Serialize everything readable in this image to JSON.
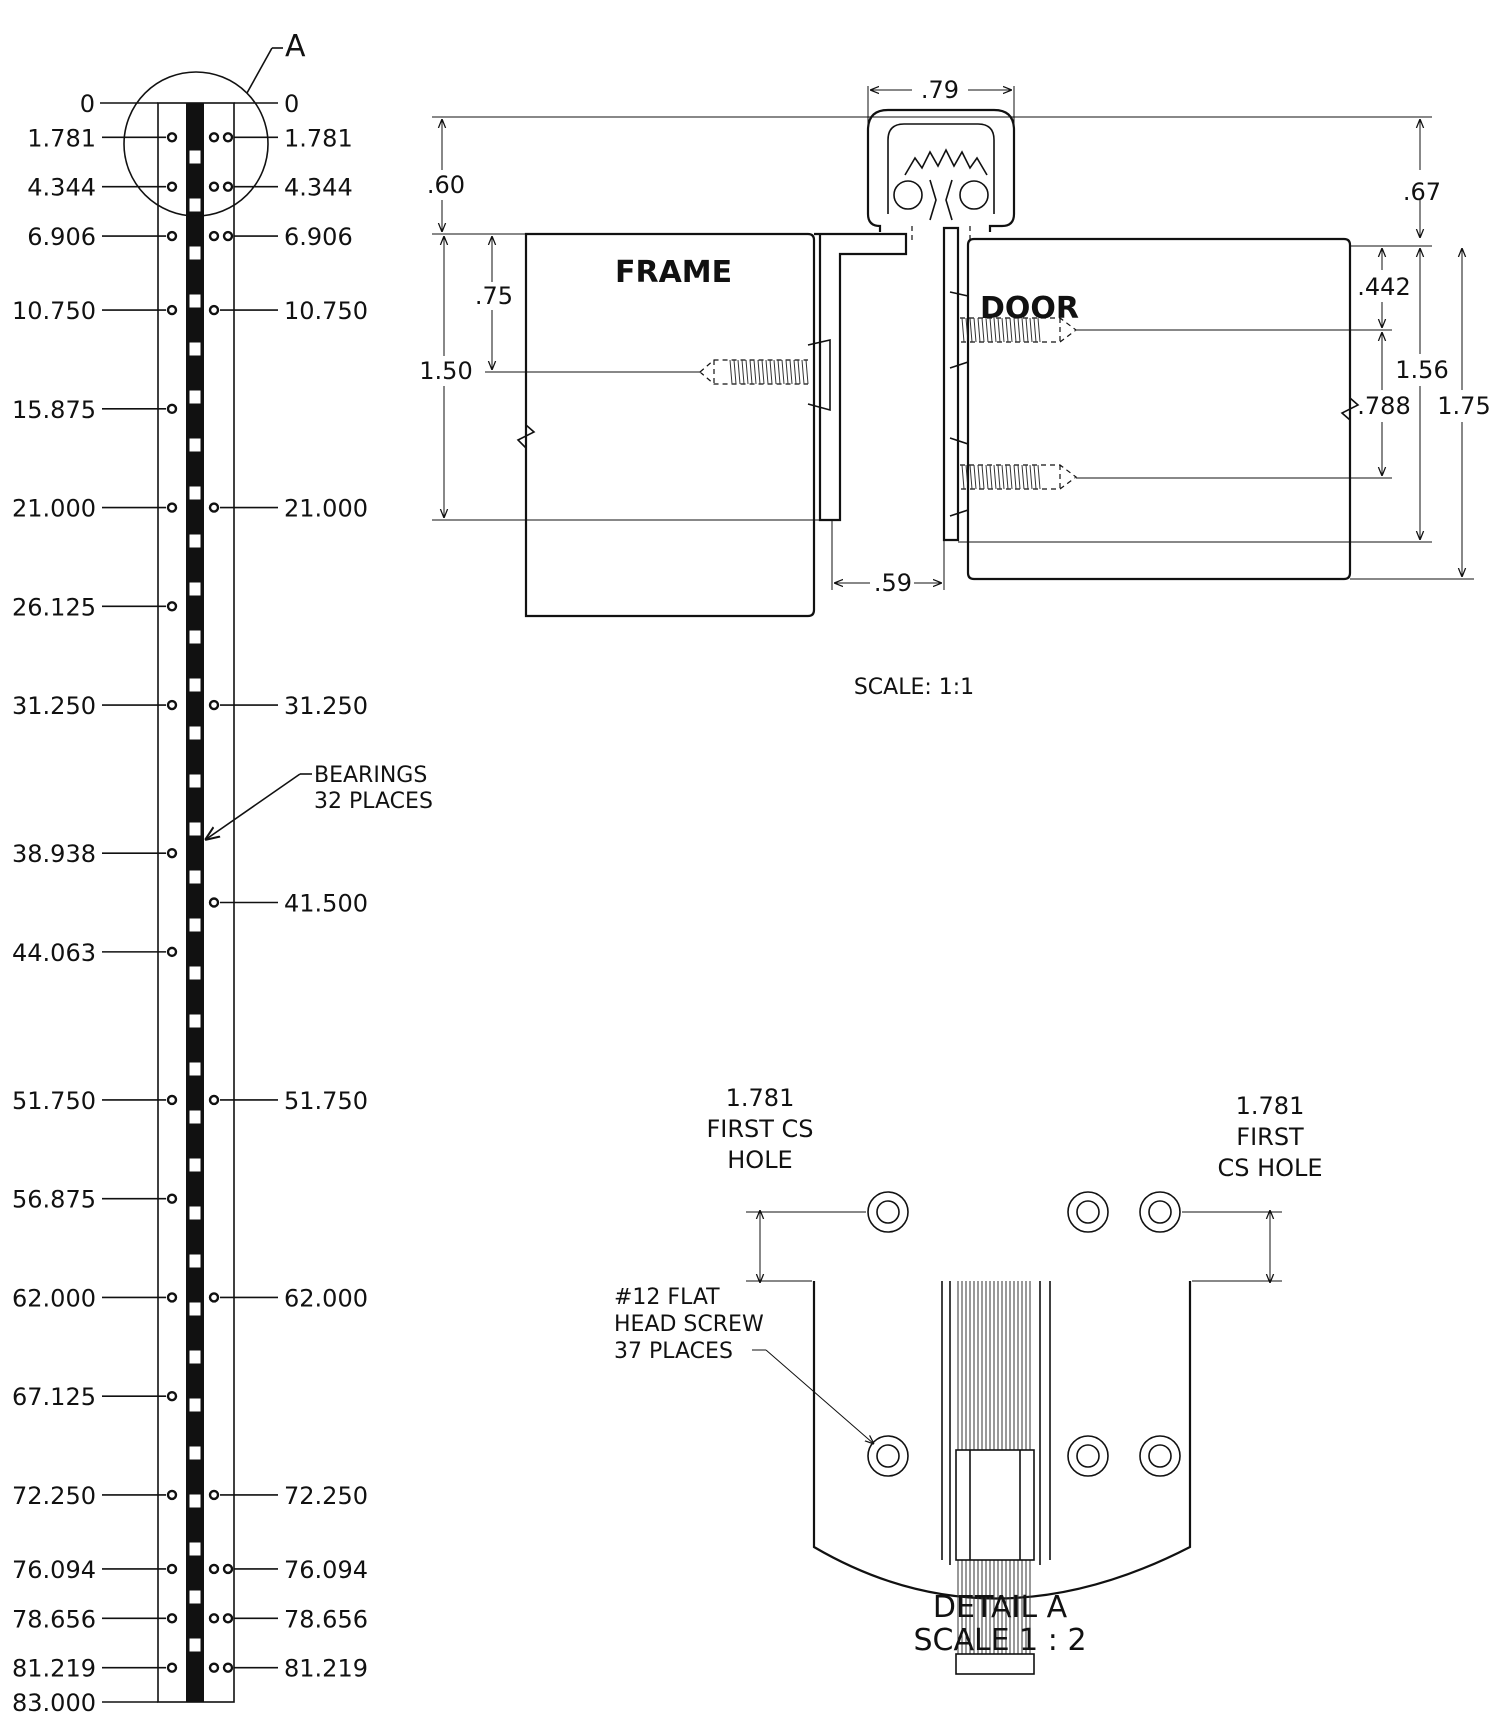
{
  "elevation": {
    "zero_left": "0",
    "zero_right": "0",
    "left_positions": [
      "1.781",
      "4.344",
      "6.906",
      "10.750",
      "15.875",
      "21.000",
      "26.125",
      "31.250",
      "38.938",
      "44.063",
      "51.750",
      "56.875",
      "62.000",
      "67.125",
      "72.250",
      "76.094",
      "78.656",
      "81.219",
      "83.000"
    ],
    "right_positions": [
      "1.781",
      "4.344",
      "6.906",
      "10.750",
      "21.000",
      "31.250",
      "41.500",
      "51.750",
      "62.000",
      "72.250",
      "76.094",
      "78.656",
      "81.219"
    ],
    "detail_marker": "A",
    "bearings_note_line1": "BEARINGS",
    "bearings_note_line2": "32 PLACES"
  },
  "section": {
    "frame_label": "FRAME",
    "door_label": "DOOR",
    "dim_width_top": ".79",
    "dim_left_height": ".60",
    "dim_right_height": ".67",
    "dim_frame_screw": ".75",
    "dim_frame_total": "1.50",
    "dim_gap": ".59",
    "dim_door_screw_top": ".442",
    "dim_door_screw_spacing": ".788",
    "dim_door_total_inner": "1.56",
    "dim_door_total_outer": "1.75",
    "scale_label": "SCALE: 1:1"
  },
  "detail": {
    "left_dim_line1": "1.781",
    "left_dim_line2": "FIRST CS",
    "left_dim_line3": "HOLE",
    "right_dim_line1": "1.781",
    "right_dim_line2": "FIRST",
    "right_dim_line3": "CS HOLE",
    "screw_note_line1": "#12 FLAT",
    "screw_note_line2": "HEAD SCREW",
    "screw_note_line3": "37 PLACES",
    "title_line1": "DETAIL A",
    "title_line2": "SCALE 1 : 2"
  }
}
